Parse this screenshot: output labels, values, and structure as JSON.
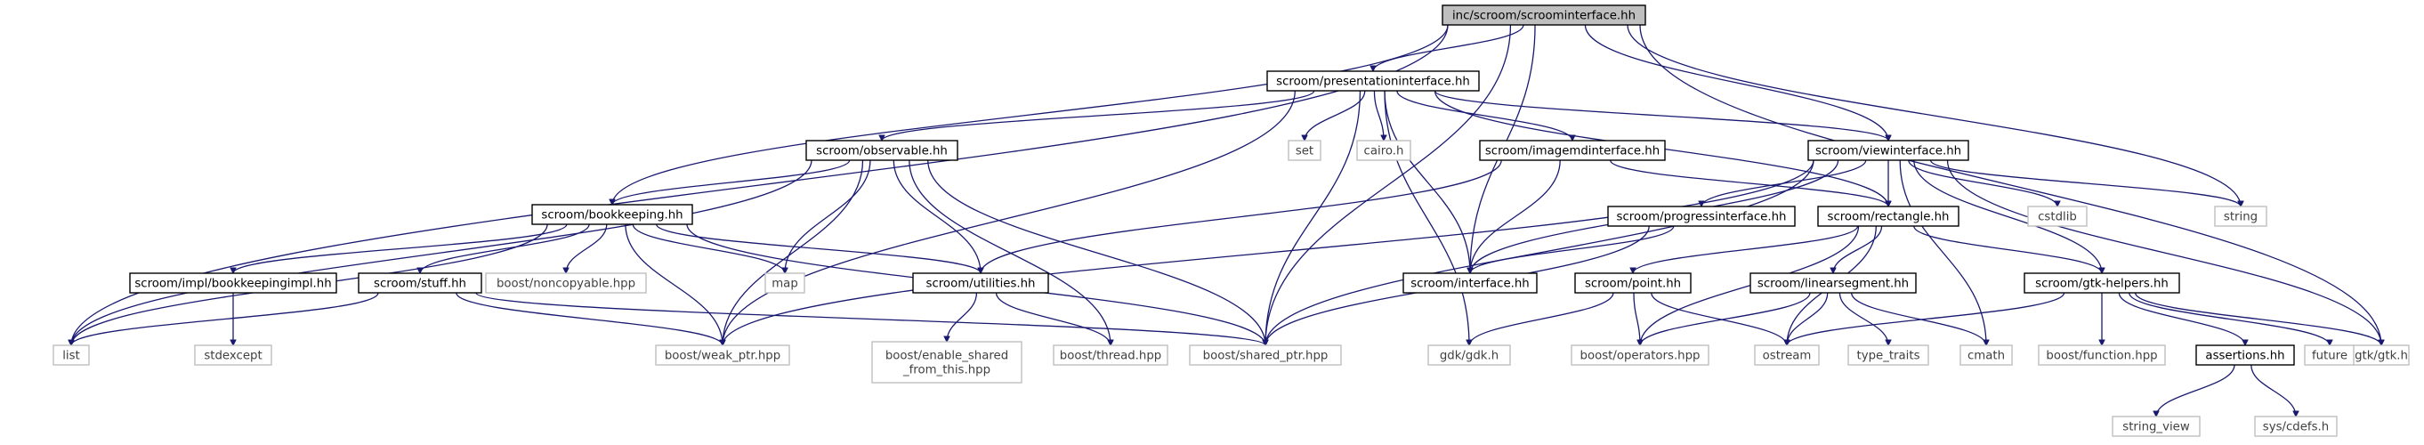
{
  "colors": {
    "edge": "#191970",
    "main_fill": "#bfbfbf",
    "internal_border": "#000000",
    "external_border": "#bfbfbf"
  },
  "nodes": [
    {
      "id": "root",
      "label": "inc/scroom/scroominterface.hh",
      "kind": "main"
    },
    {
      "id": "presentation",
      "label": "scroom/presentationinterface.hh",
      "kind": "internal"
    },
    {
      "id": "observable",
      "label": "scroom/observable.hh",
      "kind": "internal"
    },
    {
      "id": "imagemd",
      "label": "scroom/imagemdinterface.hh",
      "kind": "internal"
    },
    {
      "id": "viewif",
      "label": "scroom/viewinterface.hh",
      "kind": "internal"
    },
    {
      "id": "set",
      "label": "set",
      "kind": "external"
    },
    {
      "id": "cairo",
      "label": "cairo.h",
      "kind": "external"
    },
    {
      "id": "bookkeeping",
      "label": "scroom/bookkeeping.hh",
      "kind": "internal"
    },
    {
      "id": "progress",
      "label": "scroom/progressinterface.hh",
      "kind": "internal"
    },
    {
      "id": "rectangle",
      "label": "scroom/rectangle.hh",
      "kind": "internal"
    },
    {
      "id": "cstdlib",
      "label": "cstdlib",
      "kind": "external"
    },
    {
      "id": "string",
      "label": "string",
      "kind": "external"
    },
    {
      "id": "bkimpl",
      "label": "scroom/impl/bookkeepingimpl.hh",
      "kind": "internal"
    },
    {
      "id": "stuff",
      "label": "scroom/stuff.hh",
      "kind": "internal"
    },
    {
      "id": "noncopyable",
      "label": "boost/noncopyable.hpp",
      "kind": "external"
    },
    {
      "id": "map",
      "label": "map",
      "kind": "external"
    },
    {
      "id": "utilities",
      "label": "scroom/utilities.hh",
      "kind": "internal"
    },
    {
      "id": "interface",
      "label": "scroom/interface.hh",
      "kind": "internal"
    },
    {
      "id": "point",
      "label": "scroom/point.hh",
      "kind": "internal"
    },
    {
      "id": "linseg",
      "label": "scroom/linearsegment.hh",
      "kind": "internal"
    },
    {
      "id": "gtkhelpers",
      "label": "scroom/gtk-helpers.hh",
      "kind": "internal"
    },
    {
      "id": "list",
      "label": "list",
      "kind": "external"
    },
    {
      "id": "stdexcept",
      "label": "stdexcept",
      "kind": "external"
    },
    {
      "id": "weakptr",
      "label": "boost/weak_ptr.hpp",
      "kind": "external"
    },
    {
      "id": "enableshared",
      "label": [
        "boost/enable_shared",
        "_from_this.hpp"
      ],
      "kind": "external"
    },
    {
      "id": "thread",
      "label": "boost/thread.hpp",
      "kind": "external"
    },
    {
      "id": "sharedptr",
      "label": "boost/shared_ptr.hpp",
      "kind": "external"
    },
    {
      "id": "gdk",
      "label": "gdk/gdk.h",
      "kind": "external"
    },
    {
      "id": "operators",
      "label": "boost/operators.hpp",
      "kind": "external"
    },
    {
      "id": "ostream",
      "label": "ostream",
      "kind": "external"
    },
    {
      "id": "typetraits",
      "label": "type_traits",
      "kind": "external"
    },
    {
      "id": "cmath",
      "label": "cmath",
      "kind": "external"
    },
    {
      "id": "function",
      "label": "boost/function.hpp",
      "kind": "external"
    },
    {
      "id": "assertions",
      "label": "assertions.hh",
      "kind": "internal"
    },
    {
      "id": "future",
      "label": "future",
      "kind": "external"
    },
    {
      "id": "gtk",
      "label": "gtk/gtk.h",
      "kind": "external"
    },
    {
      "id": "stringview",
      "label": "string_view",
      "kind": "external"
    },
    {
      "id": "cdefs",
      "label": "sys/cdefs.h",
      "kind": "external"
    }
  ],
  "edges": [
    [
      "root",
      "presentation"
    ],
    [
      "root",
      "list"
    ],
    [
      "root",
      "bookkeeping"
    ],
    [
      "root",
      "sharedptr"
    ],
    [
      "root",
      "interface"
    ],
    [
      "root",
      "viewif"
    ],
    [
      "root",
      "string"
    ],
    [
      "root",
      "gtk"
    ],
    [
      "presentation",
      "observable"
    ],
    [
      "presentation",
      "weakptr"
    ],
    [
      "presentation",
      "sharedptr"
    ],
    [
      "presentation",
      "set"
    ],
    [
      "presentation",
      "cairo"
    ],
    [
      "presentation",
      "imagemd"
    ],
    [
      "presentation",
      "viewif"
    ],
    [
      "presentation",
      "interface"
    ],
    [
      "presentation",
      "gdk"
    ],
    [
      "presentation",
      "rectangle"
    ],
    [
      "observable",
      "bookkeeping"
    ],
    [
      "observable",
      "list"
    ],
    [
      "observable",
      "map"
    ],
    [
      "observable",
      "utilities"
    ],
    [
      "observable",
      "weakptr"
    ],
    [
      "observable",
      "sharedptr"
    ],
    [
      "observable",
      "thread"
    ],
    [
      "imagemd",
      "utilities"
    ],
    [
      "imagemd",
      "interface"
    ],
    [
      "imagemd",
      "rectangle"
    ],
    [
      "viewif",
      "progress"
    ],
    [
      "viewif",
      "rectangle"
    ],
    [
      "viewif",
      "interface"
    ],
    [
      "viewif",
      "cstdlib"
    ],
    [
      "viewif",
      "string"
    ],
    [
      "viewif",
      "gtkhelpers"
    ],
    [
      "viewif",
      "gtk"
    ],
    [
      "viewif",
      "cmath"
    ],
    [
      "viewif",
      "weakptr"
    ],
    [
      "viewif",
      "sharedptr"
    ],
    [
      "bookkeeping",
      "bkimpl"
    ],
    [
      "bookkeeping",
      "stuff"
    ],
    [
      "bookkeeping",
      "noncopyable"
    ],
    [
      "bookkeeping",
      "map"
    ],
    [
      "bookkeeping",
      "utilities"
    ],
    [
      "bookkeeping",
      "list"
    ],
    [
      "bookkeeping",
      "weakptr"
    ],
    [
      "bookkeeping",
      "sharedptr"
    ],
    [
      "bkimpl",
      "stdexcept"
    ],
    [
      "stuff",
      "list"
    ],
    [
      "stuff",
      "weakptr"
    ],
    [
      "stuff",
      "sharedptr"
    ],
    [
      "utilities",
      "enableshared"
    ],
    [
      "utilities",
      "thread"
    ],
    [
      "progress",
      "interface"
    ],
    [
      "progress",
      "sharedptr"
    ],
    [
      "rectangle",
      "point"
    ],
    [
      "rectangle",
      "linseg"
    ],
    [
      "rectangle",
      "gtkhelpers"
    ],
    [
      "rectangle",
      "operators"
    ],
    [
      "rectangle",
      "ostream"
    ],
    [
      "point",
      "gdk"
    ],
    [
      "point",
      "operators"
    ],
    [
      "point",
      "ostream"
    ],
    [
      "linseg",
      "operators"
    ],
    [
      "linseg",
      "ostream"
    ],
    [
      "linseg",
      "typetraits"
    ],
    [
      "linseg",
      "cmath"
    ],
    [
      "gtkhelpers",
      "ostream"
    ],
    [
      "gtkhelpers",
      "function"
    ],
    [
      "gtkhelpers",
      "assertions"
    ],
    [
      "gtkhelpers",
      "future"
    ],
    [
      "gtkhelpers",
      "gtk"
    ],
    [
      "assertions",
      "stringview"
    ],
    [
      "assertions",
      "cdefs"
    ]
  ]
}
